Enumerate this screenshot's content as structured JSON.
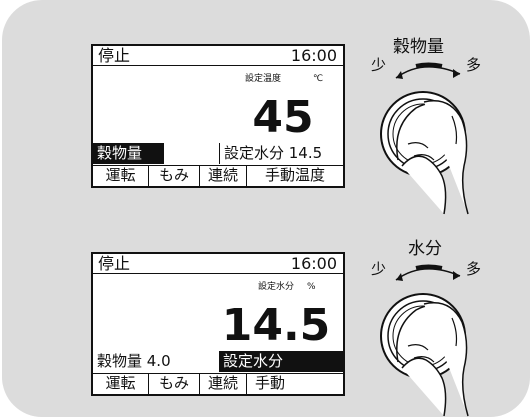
{
  "panel1": {
    "status": "停止",
    "time": "16:00",
    "sub_label": "設定温度",
    "unit": "℃",
    "value": "45",
    "left_field": "穀物量",
    "right_field": "設定水分 14.5",
    "buttons": [
      "運転",
      "もみ",
      "連続",
      "手動温度"
    ]
  },
  "knob1": {
    "title": "穀物量",
    "min_label": "少",
    "max_label": "多"
  },
  "panel2": {
    "status": "停止",
    "time": "16:00",
    "sub_label": "設定水分",
    "unit": "%",
    "value": "14.5",
    "left_field": "穀物量 4.0",
    "right_field": "設定水分",
    "buttons": [
      "運転",
      "もみ",
      "連続",
      "手動"
    ]
  },
  "knob2": {
    "title": "水分",
    "min_label": "少",
    "max_label": "多"
  }
}
